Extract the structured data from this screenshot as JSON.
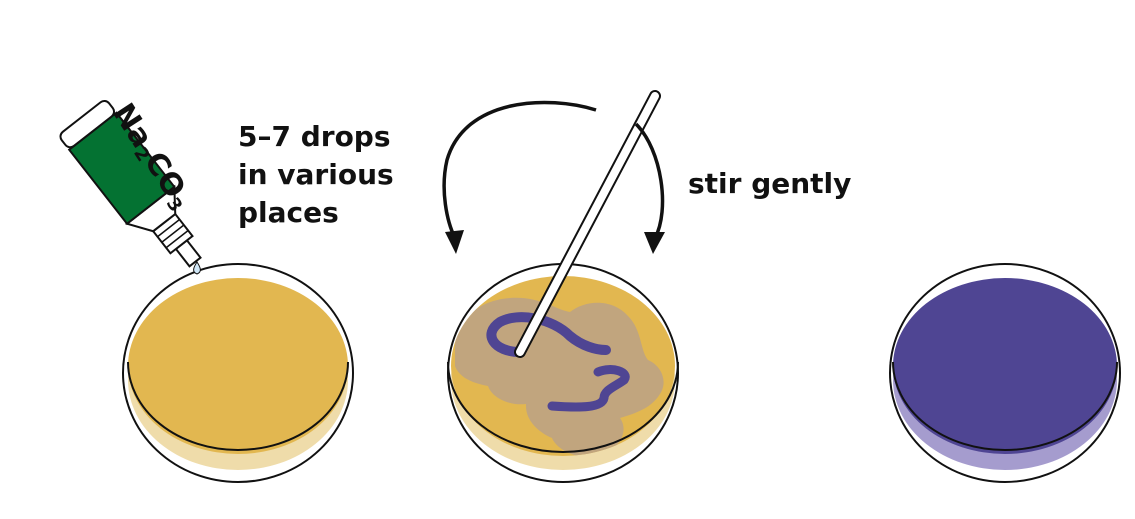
{
  "steps": {
    "drops": {
      "reagent_main": "Na",
      "reagent_sub1": "2",
      "reagent_mid": "CO",
      "reagent_sub2": "3",
      "instruction_lines": [
        "5–7 drops",
        "in various",
        "places"
      ]
    },
    "stir": {
      "instruction": "stir gently"
    }
  },
  "colors": {
    "outline": "#111111",
    "yellow_solution": "#e2b750",
    "yellow_base": "#efdcaa",
    "tan_mix": "#c1a57e",
    "purple_solution": "#4f4593",
    "purple_base": "#a59cce",
    "bottle_green": "#047232",
    "drop_blue": "#cfe6f6"
  }
}
